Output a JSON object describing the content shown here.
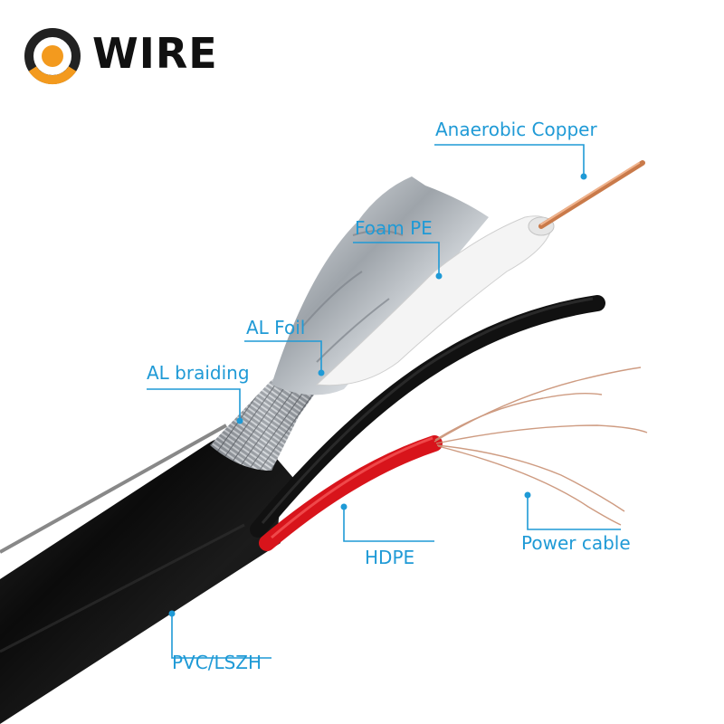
{
  "brand": {
    "logo_text": "WIRE",
    "ring_colors": {
      "dark": "#222222",
      "accent": "#f39a1e"
    }
  },
  "labels": {
    "anaerobic_copper": "Anaerobic Copper",
    "foam_pe": "Foam PE",
    "al_foil": "AL Foil",
    "al_braiding": "AL braiding",
    "hdpe": "HDPE",
    "power_cable": "Power cable",
    "pvc_lszh": "PVC/LSZH"
  },
  "colors": {
    "label_blue": "#1f9ad6",
    "jacket_black": "#101010",
    "red_conductor": "#d8141b",
    "copper": "#c97a4a",
    "foam_white": "#f2f2f2",
    "foil_silver": "#c8ccd0"
  }
}
